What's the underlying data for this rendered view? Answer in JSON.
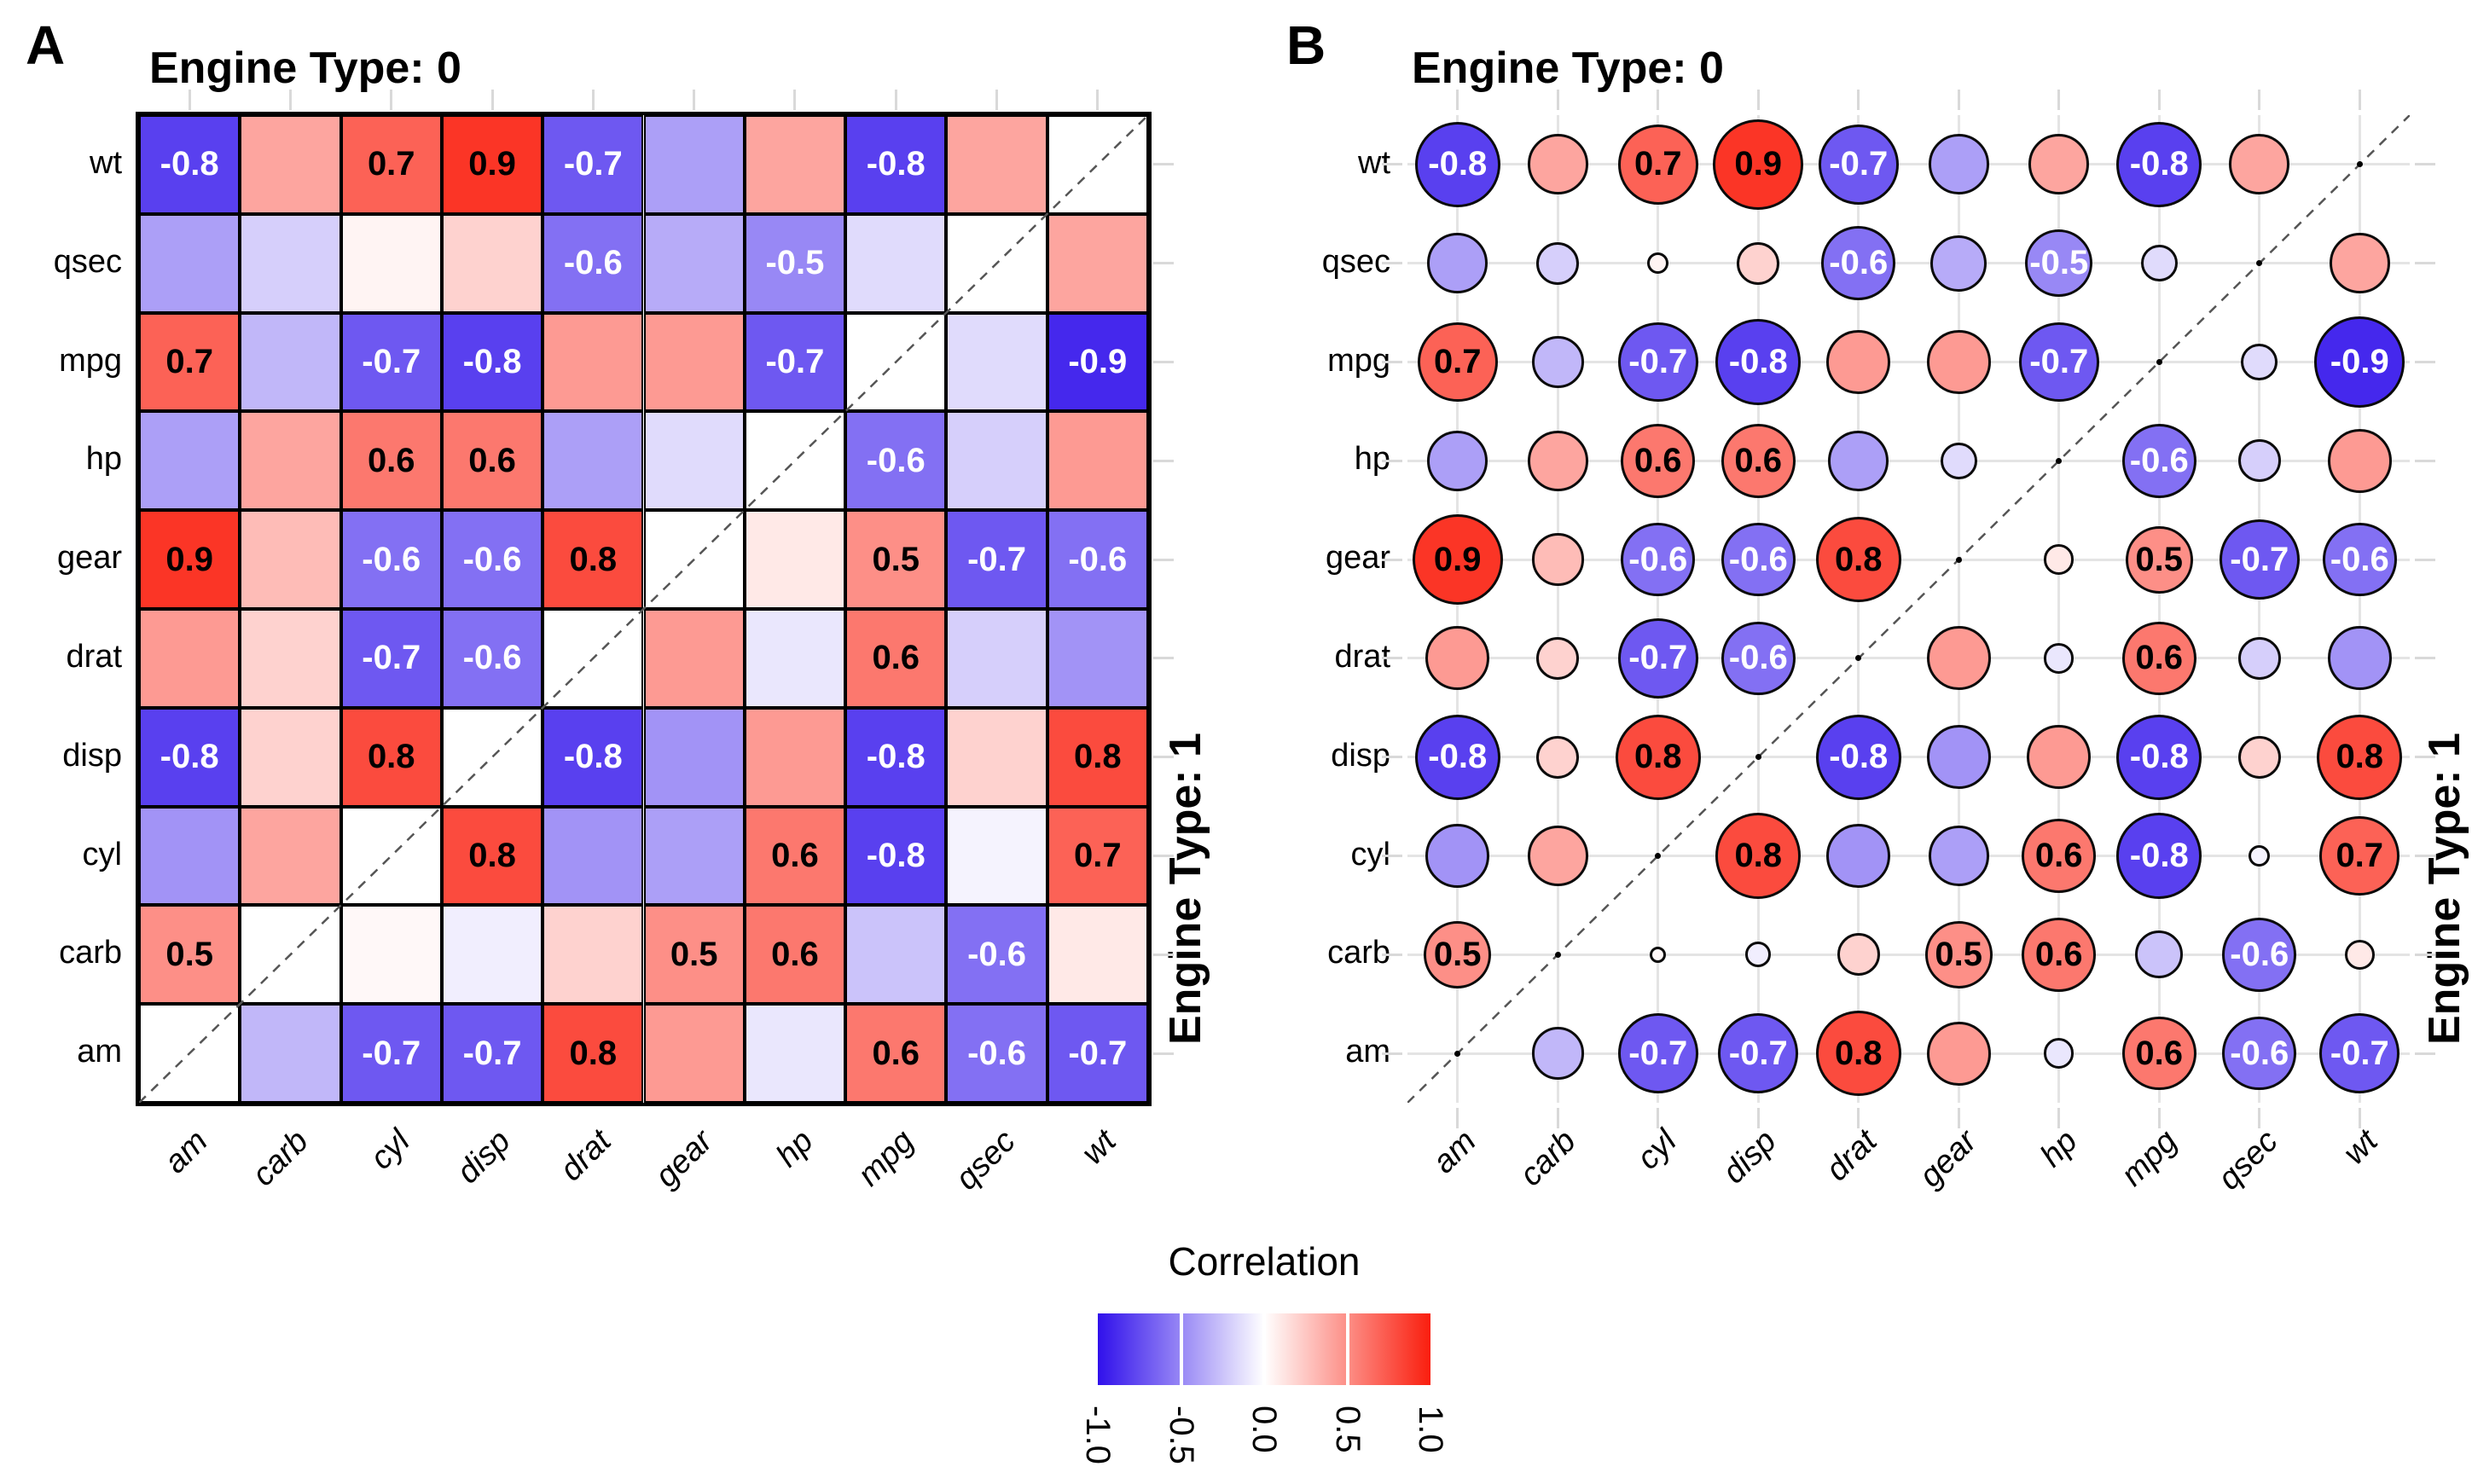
{
  "panels": [
    {
      "tag": "A",
      "title": "Engine Type: 0",
      "right_label": "Engine Type: 1"
    },
    {
      "tag": "B",
      "title": "Engine Type: 0",
      "right_label": "Engine Type: 1"
    }
  ],
  "chart_data": {
    "type": "heatmap",
    "subtype_panel_A": "square correlation heatmap",
    "subtype_panel_B": "circle (bubble) correlation matrix, circle size = |r|",
    "rows": [
      "wt",
      "qsec",
      "mpg",
      "hp",
      "gear",
      "drat",
      "disp",
      "cyl",
      "carb",
      "am"
    ],
    "cols": [
      "am",
      "carb",
      "cyl",
      "disp",
      "drat",
      "gear",
      "hp",
      "mpg",
      "qsec",
      "wt"
    ],
    "upper_left_triangle_group": "Engine Type: 0",
    "lower_right_triangle_group": "Engine Type: 1",
    "label_threshold": 0.5,
    "matrix": [
      [
        -0.8,
        0.4,
        0.7,
        0.9,
        -0.7,
        -0.4,
        0.4,
        -0.8,
        0.4,
        null
      ],
      [
        -0.4,
        -0.2,
        0.05,
        0.2,
        -0.6,
        -0.35,
        -0.5,
        -0.15,
        null,
        0.4
      ],
      [
        0.7,
        -0.3,
        -0.7,
        -0.8,
        0.45,
        0.45,
        -0.7,
        null,
        -0.15,
        -0.9
      ],
      [
        -0.4,
        0.4,
        0.6,
        0.6,
        -0.4,
        -0.15,
        null,
        -0.6,
        -0.2,
        0.45
      ],
      [
        0.9,
        0.3,
        -0.6,
        -0.6,
        0.8,
        null,
        0.1,
        0.5,
        -0.7,
        -0.6
      ],
      [
        0.45,
        0.2,
        -0.7,
        -0.6,
        null,
        0.45,
        -0.1,
        0.6,
        -0.2,
        -0.45
      ],
      [
        -0.8,
        0.2,
        0.8,
        null,
        -0.8,
        -0.45,
        0.45,
        -0.8,
        0.2,
        0.8
      ],
      [
        -0.45,
        0.4,
        null,
        0.8,
        -0.45,
        -0.4,
        0.6,
        -0.8,
        -0.05,
        0.7
      ],
      [
        0.5,
        null,
        0.03,
        -0.07,
        0.2,
        0.5,
        0.6,
        -0.25,
        -0.6,
        0.1
      ],
      [
        null,
        -0.3,
        -0.7,
        -0.7,
        0.8,
        0.45,
        -0.1,
        0.6,
        -0.6,
        -0.7
      ]
    ],
    "color_scale": {
      "negative": "#3010EB",
      "zero": "#FFFFFF",
      "positive": "#FA1E0E"
    },
    "legend": {
      "title": "Correlation",
      "ticks": [
        "-1.0",
        "-0.5",
        "0.0",
        "0.5",
        "1.0"
      ],
      "min": -1,
      "max": 1
    }
  }
}
